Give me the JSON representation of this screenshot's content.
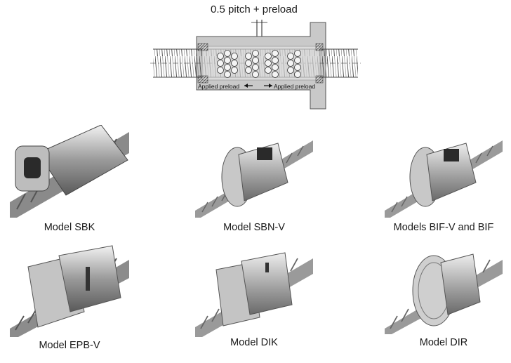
{
  "diagram": {
    "pitch_label": "0.5 pitch + preload",
    "applied_preload_left": "Applied preload",
    "applied_preload_right": "Applied preload"
  },
  "models": [
    {
      "caption": "Model SBK",
      "icon": "ball-screw-sbk"
    },
    {
      "caption": "Model SBN-V",
      "icon": "ball-screw-sbn-v"
    },
    {
      "caption": "Models BIF-V and BIF",
      "icon": "ball-screw-bif"
    },
    {
      "caption": "Model EPB-V",
      "icon": "ball-screw-epb-v"
    },
    {
      "caption": "Model  DIK",
      "icon": "ball-screw-dik"
    },
    {
      "caption": "Model DIR",
      "icon": "ball-screw-dir"
    }
  ]
}
